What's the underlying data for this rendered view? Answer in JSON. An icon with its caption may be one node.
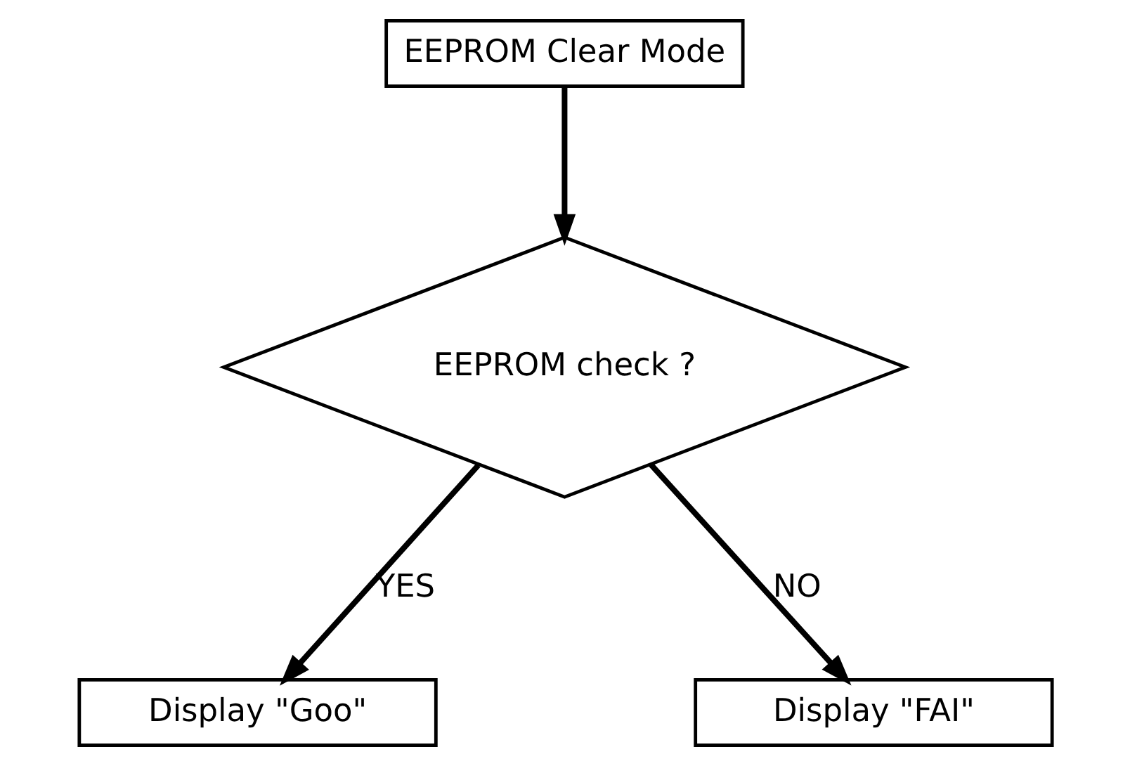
{
  "diagram": {
    "nodes": [
      {
        "text": [
          "EEPROM Clear Mode"
        ]
      },
      {
        "text": [
          "EEPROM check ?"
        ]
      },
      {
        "text": [
          "Display \"Goo\""
        ]
      },
      {
        "text": [
          "Display \"FAI\""
        ]
      }
    ],
    "edges": [
      {
        "from": 0,
        "to": 1,
        "arrow": "to"
      },
      {
        "from": 1,
        "to": 2,
        "arrow": "to",
        "label": "YES"
      },
      {
        "from": 1,
        "to": 3,
        "arrow": "to",
        "label": "NO"
      }
    ]
  }
}
